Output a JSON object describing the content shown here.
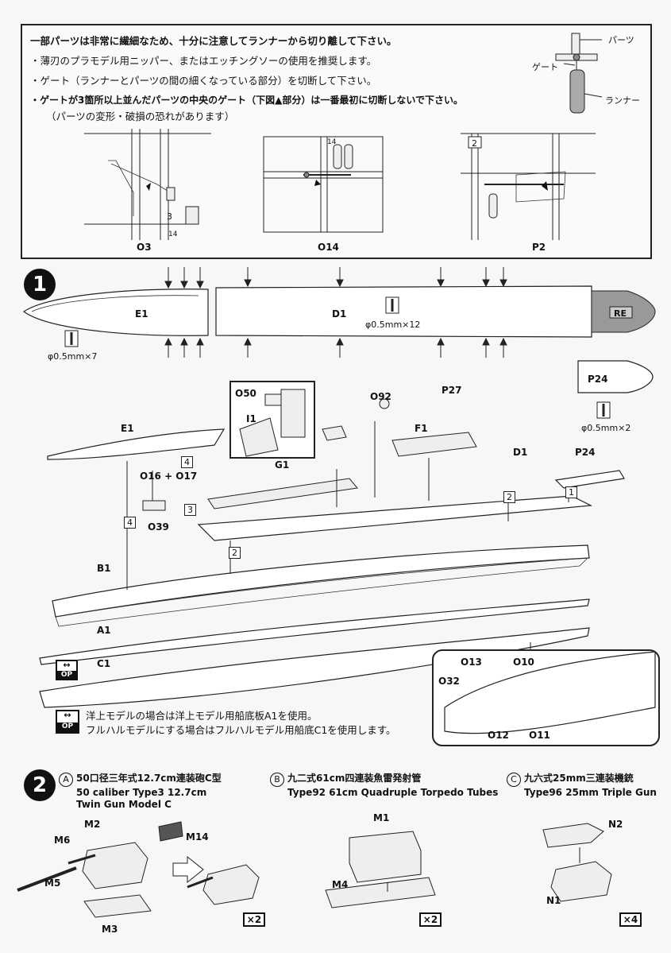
{
  "notice": {
    "lines": [
      "一部パーツは非常に繊細なため、十分に注意してランナーから切り離して下さい。",
      "・薄刃のプラモデル用ニッパー、またはエッチングソーの使用を推奨します。",
      "・ゲート（ランナーとパーツの間の細くなっている部分）を切断して下さい。",
      "・ゲートが3箇所以上並んだパーツの中央のゲート（下図▲部分）は一番最初に切断しないで下さい。",
      "（パーツの変形・破損の恐れがあります）"
    ],
    "gate_diagram": {
      "parts": "パーツ",
      "gate": "ゲート",
      "runner": "ランナー"
    },
    "examples": [
      "O3",
      "O14",
      "P2"
    ],
    "example_numbers": [
      "3",
      "14",
      "14",
      "2"
    ]
  },
  "step1": {
    "number": "1",
    "drill_e1": "φ0.5mm×7",
    "drill_d1": "φ0.5mm×12",
    "drill_p24": "φ0.5mm×2",
    "re_label": "RE",
    "labels": {
      "E1_top": "E1",
      "D1_top": "D1",
      "P24_top": "P24",
      "O50": "O50",
      "I1": "I1",
      "O92": "O92",
      "P27": "P27",
      "E1": "E1",
      "G1": "G1",
      "F1": "F1",
      "D1": "D1",
      "P24": "P24",
      "O16_O17": "O16 + O17",
      "O39": "O39",
      "B1": "B1",
      "A1": "A1",
      "C1": "C1",
      "O13": "O13",
      "O10": "O10",
      "O32": "O32",
      "O12": "O12",
      "O11": "O11"
    },
    "step_refs": [
      "4",
      "3",
      "4",
      "2",
      "2",
      "1"
    ],
    "op_icon": {
      "top": "↔",
      "bottom": "OP"
    },
    "op_notes": [
      "洋上モデルの場合は洋上モデル用船底板A1を使用。",
      "フルハルモデルにする場合はフルハルモデル用船底C1を使用します。"
    ]
  },
  "step2": {
    "number": "2",
    "subs": [
      {
        "letter": "A",
        "jp": "50口径三年式12.7cm連装砲C型",
        "en1": "50 caliber Type3 12.7cm",
        "en2": "Twin Gun Model C",
        "qty": "×2"
      },
      {
        "letter": "B",
        "jp": "九二式61cm四連装魚雷発射管",
        "en1": "Type92 61cm Quadruple Torpedo Tubes",
        "en2": "",
        "qty": "×2"
      },
      {
        "letter": "C",
        "jp": "九六式25mm三連装機銃",
        "en1": "Type96 25mm Triple Gun",
        "en2": "",
        "qty": "×4"
      }
    ],
    "labels": {
      "M2": "M2",
      "M6": "M6",
      "M14": "M14",
      "M5": "M5",
      "M3": "M3",
      "M1": "M1",
      "M4": "M4",
      "N2": "N2",
      "N1": "N1"
    }
  }
}
